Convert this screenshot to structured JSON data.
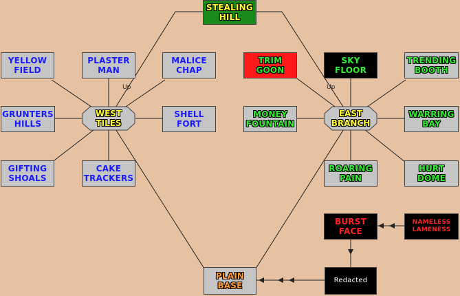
{
  "map": {
    "top": {
      "stealing_hill": "STEALING\nHILL"
    },
    "west": {
      "hub": "WEST\nTILES",
      "yellow_field": "YELLOW\nFIELD",
      "plaster_man": "PLASTER\nMAN",
      "malice_chap": "MALICE\nCHAP",
      "grunters_hills": "GRUNTERS\nHILLS",
      "shell_fort": "SHELL\nFORT",
      "gifting_shoals": "GIFTING\nSHOALS",
      "cake_trackers": "CAKE\nTRACKERS",
      "up_label": "Up"
    },
    "east": {
      "hub": "EAST\nBRANCH",
      "trim_goon": "TRIM\nGOON",
      "sky_floor": "SKY\nFLOOR",
      "trending_booth": "TRENDING\nBOOTH",
      "money_fountain": "MONEY\nFOUNTAIN",
      "warring_bay": "WARRING\nBAY",
      "roaring_pain": "ROARING\nPAIN",
      "hurt_dome": "HURT\nDOME",
      "up_label": "Up"
    },
    "bottom": {
      "burst_face": "BURST\nFACE",
      "nameless_lameness": "NAMELESS\nLAMENESS",
      "redacted": "Redacted",
      "plain_base": "PLAIN\nBASE"
    },
    "colors": {
      "background": "#e6c2a2",
      "box": "#c5c5c5",
      "blue_text": "#1a1aff",
      "green_text": "#33ee33",
      "red_text": "#ff2222",
      "yellow_text": "#ffff33",
      "orange_text": "#ff9933"
    }
  }
}
